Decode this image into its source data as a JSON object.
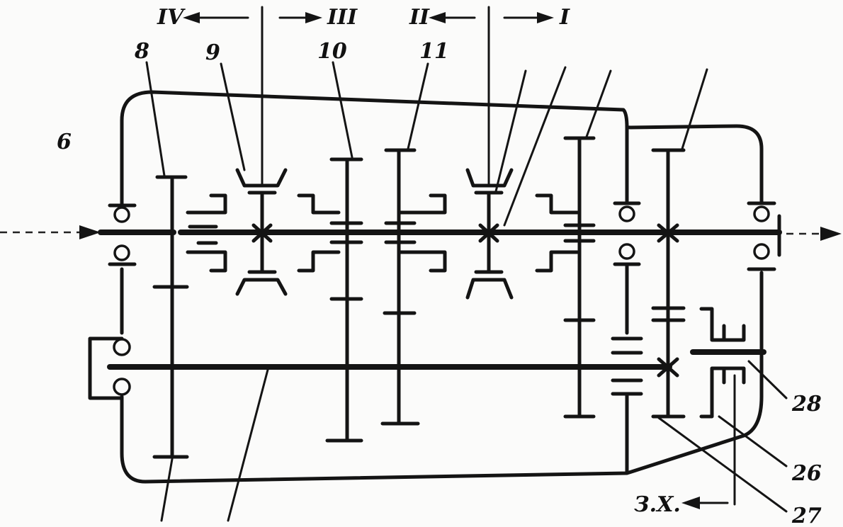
{
  "shift_positions": {
    "left_pair": [
      "IV",
      "III"
    ],
    "right_pair": [
      "II",
      "I"
    ]
  },
  "part_labels": {
    "input_shaft": "6",
    "gear_8": "8",
    "synchro_9": "9",
    "gear_10": "10",
    "gear_11": "11",
    "reverse_shaft": "28",
    "reverse_gear_26": "26",
    "reverse_gear_27": "27"
  },
  "reverse_label": "З.Х."
}
